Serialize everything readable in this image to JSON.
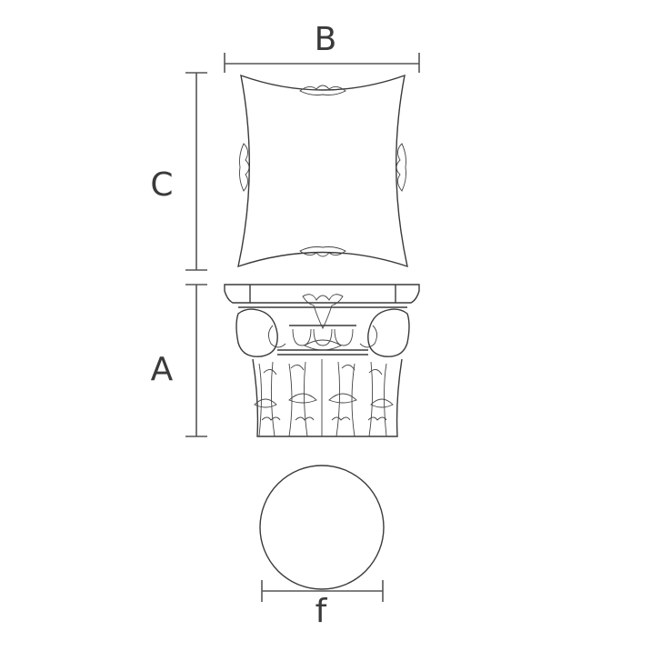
{
  "dimensions": {
    "width_label": "B",
    "plan_depth_label": "C",
    "height_label": "A",
    "base_diameter_label": "f"
  },
  "colors": {
    "line": "#3a3a3a",
    "background": "#ffffff"
  }
}
